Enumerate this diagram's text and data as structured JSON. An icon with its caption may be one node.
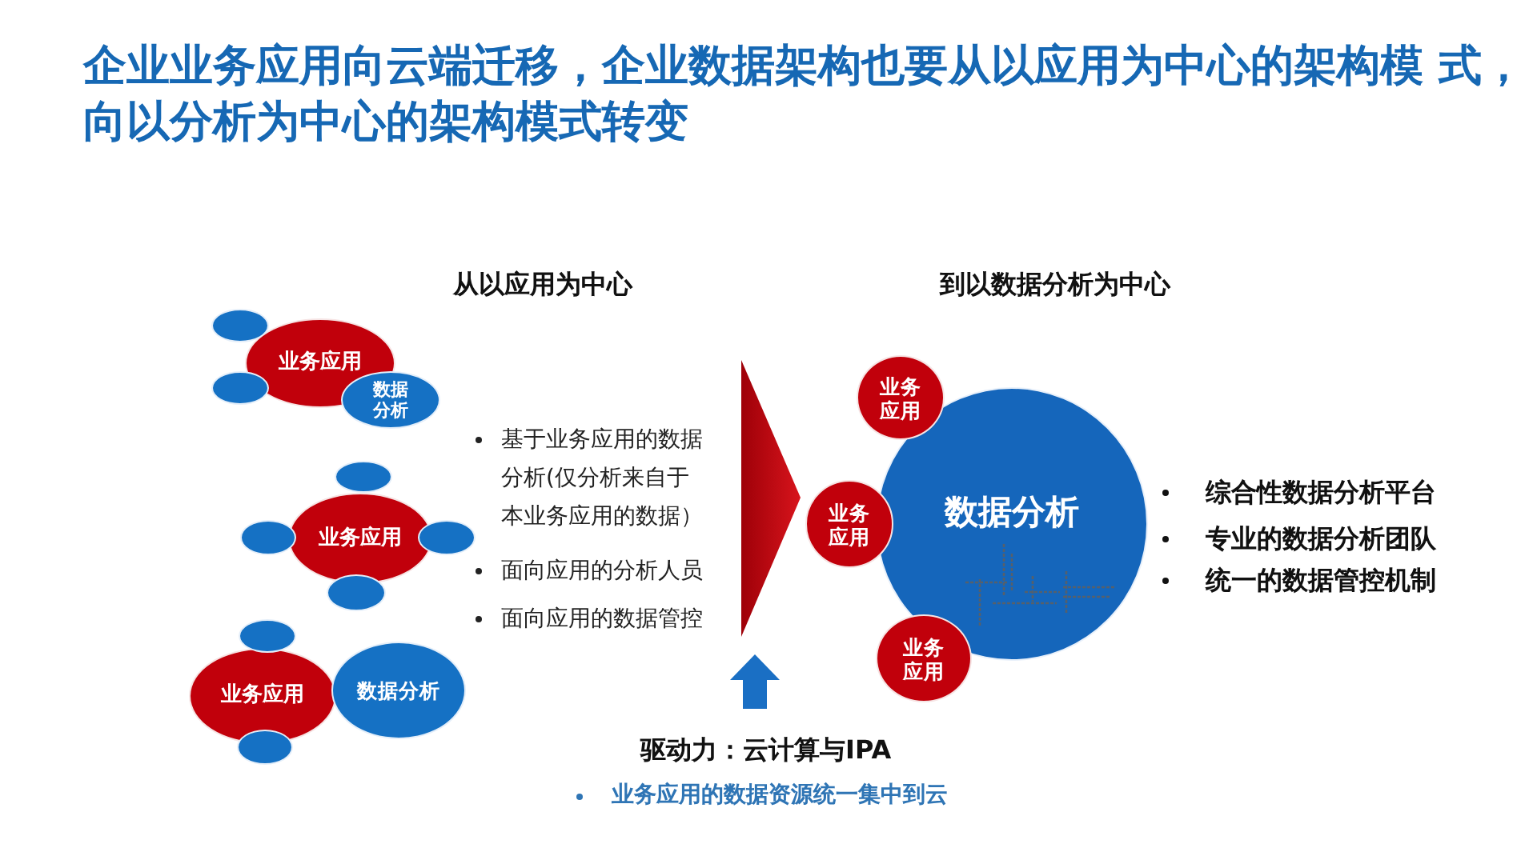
{
  "diagram": {
    "title": "企业业务应用向云端迁移，企业数据架构也要从以应用为中心的架构模 式，向以分析为中心的架构模式转变",
    "nodes": [
      {
        "text": [],
        "shape": "circle"
      },
      {
        "text": [
          "业务应用"
        ]
      },
      {
        "text": [],
        "shape": "circle"
      },
      {
        "text": [
          "数据分析"
        ]
      },
      {
        "text": [],
        "shape": "circle"
      },
      {
        "text": [],
        "shape": "circle"
      },
      {
        "text": [
          "业务应用"
        ]
      },
      {
        "text": [],
        "shape": "circle"
      },
      {
        "text": [],
        "shape": "circle"
      },
      {
        "text": [],
        "shape": "circle"
      },
      {
        "text": [
          "业务应用"
        ]
      },
      {
        "text": [
          "数据分析"
        ]
      },
      {
        "text": [],
        "shape": "circle"
      },
      {
        "text": [
          "业务应用"
        ]
      },
      {
        "text": [
          "业务应用"
        ]
      },
      {
        "text": [
          "数据分析"
        ]
      },
      {
        "text": [
          "业务应用"
        ]
      }
    ],
    "labels": [
      "从以应用为中心",
      "到以数据分析为中心",
      "基于业务应用的数据分析(仅分析来自于本业务应用的数据）",
      "面向应用的分析人员",
      "面向应用的数据管控",
      "综合性数据分析平台",
      "专业的数据分析团队",
      "统一的数据管控机制",
      "驱动力：云计算与IPA",
      "业务应用的数据资源统一集中到云"
    ]
  }
}
